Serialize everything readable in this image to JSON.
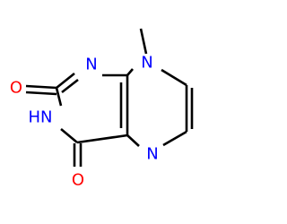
{
  "molecule": {
    "atoms": {
      "n_methyl": {
        "label": "N",
        "color": "#0000ff"
      },
      "n_ring_top": {
        "label": "N",
        "color": "#0000ff"
      },
      "n_ring_bottom": {
        "label": "N",
        "color": "#0000ff"
      },
      "nh": {
        "label": "HN",
        "color": "#0000ff"
      },
      "o_top": {
        "label": "O",
        "color": "#ff0000"
      },
      "o_bottom": {
        "label": "O",
        "color": "#ff0000"
      }
    },
    "bond_color": "#000000"
  }
}
